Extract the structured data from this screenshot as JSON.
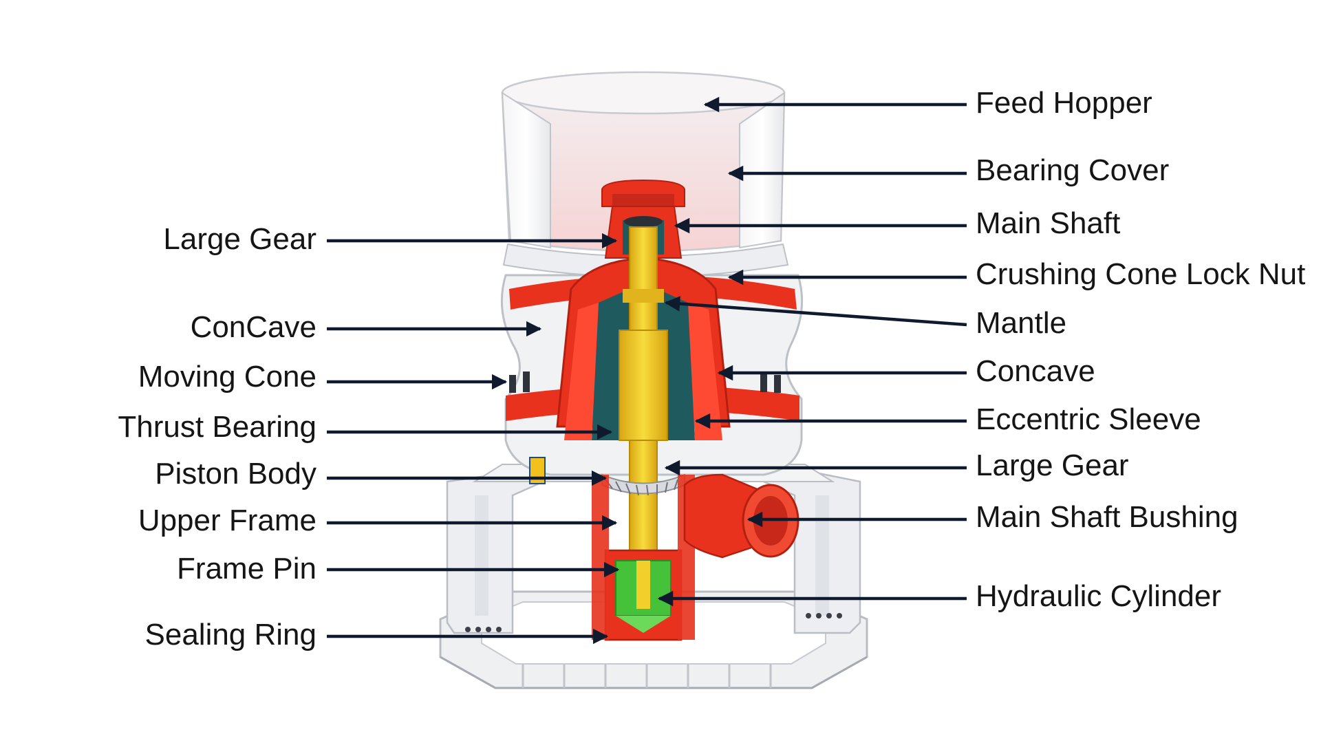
{
  "labels": {
    "left": [
      "Large Gear",
      "ConCave",
      "Moving Cone",
      "Thrust Bearing",
      "Piston Body",
      "Upper Frame",
      "Frame Pin",
      "Sealing Ring"
    ],
    "right": [
      "Feed Hopper",
      "Bearing Cover",
      "Main Shaft",
      "Crushing Cone Lock Nut",
      "Mantle",
      "Concave",
      "Eccentric Sleeve",
      "Large Gear",
      "Main Shaft Bushing",
      "Hydraulic Cylinder"
    ]
  },
  "colors": {
    "background": "#ffffff",
    "text": "#151515",
    "leader": "#0f1a2e",
    "frame": "#e9ebee",
    "red": "#e8321e",
    "yellow": "#f2cf2a",
    "teal": "#1f5a5e",
    "green": "#46c23a"
  }
}
